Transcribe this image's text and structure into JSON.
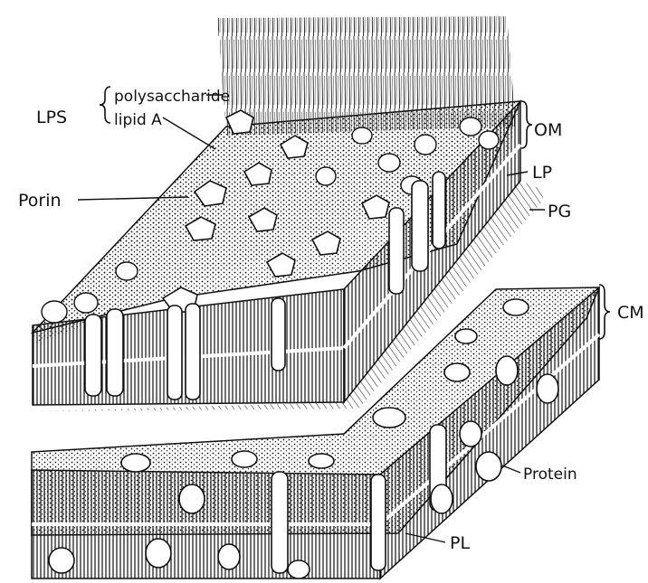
{
  "labels": {
    "lps": "LPS",
    "polysaccharide": "polysaccharide",
    "lipid_a": "lipid A",
    "porin": "Porin",
    "om": "OM",
    "lp": "LP",
    "pg": "PG",
    "cm": "CM",
    "protein": "Protein",
    "pl": "PL"
  },
  "colors": {
    "ink": "#111111",
    "paper": "#ffffff"
  }
}
